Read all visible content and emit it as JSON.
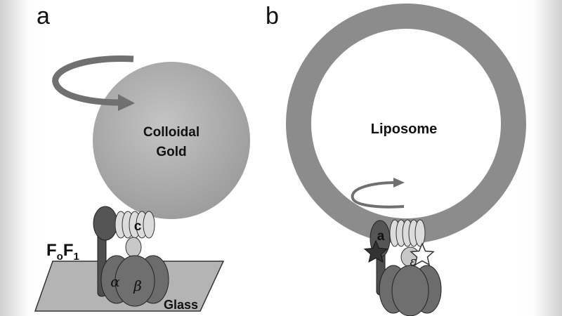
{
  "panel_a": {
    "letter": "a",
    "gold_label_line1": "Colloidal",
    "gold_label_line2": "Gold",
    "subunit_c": "c",
    "enzyme_main": "F",
    "enzyme_sub1": "o",
    "enzyme_sub2": "F",
    "enzyme_sub3": "1",
    "alpha": "α",
    "beta": "β",
    "glass": "Glass"
  },
  "panel_b": {
    "letter": "b",
    "liposome": "Liposome",
    "subunit_a": "a",
    "epsilon": "ε"
  },
  "colors": {
    "gold_sphere": "#a8a8a8",
    "liposome_ring": "#8c8c8c",
    "arrow": "#707070",
    "glass": "#b4b4b4",
    "alpha_beta": "#6c6c6c",
    "stator": "#555555",
    "c_ring": "#dcdcdc"
  }
}
